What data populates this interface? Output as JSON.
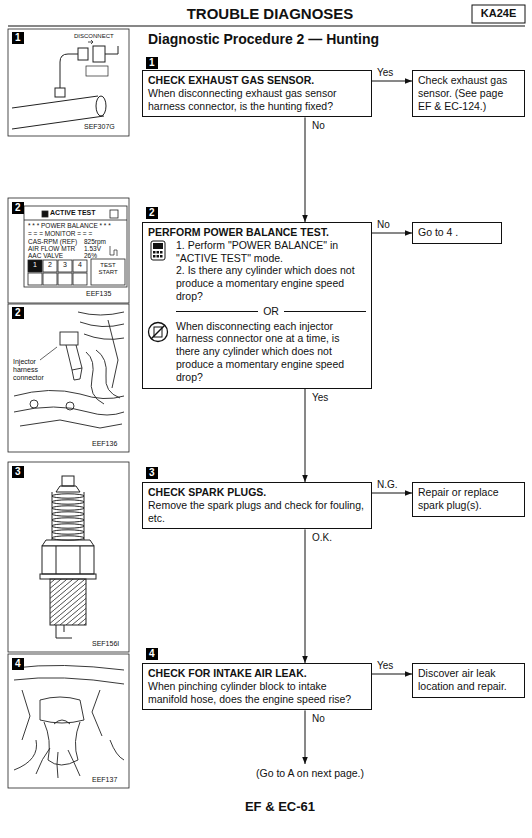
{
  "diagram": {
    "title": "Diagnostic Procedure 2 — Hunting",
    "nodes": [
      {
        "text": [
          "CHECK EXHAUST GAS SENSOR.",
          "When disconnecting exhaust gas sensor harness connector, is the hunting fixed?"
        ]
      },
      {
        "text": [
          "Check exhaust gas sensor. (See page EF & EC-124.)"
        ]
      },
      {
        "text": [
          "PERFORM POWER BALANCE TEST.",
          "1. Perform \"POWER BALANCE\" in \"ACTIVE TEST\" mode.",
          "2. Is there any cylinder which does not produce a momentary engine speed drop?",
          "OR",
          "When disconnecting each injector harness connector one at a time, is there any cylinder which does not produce a momentary engine speed drop?"
        ]
      },
      {
        "text": [
          "Go to 4 ."
        ]
      },
      {
        "text": [
          "CHECK SPARK PLUGS.",
          "Remove the spark plugs and check for fouling, etc."
        ]
      },
      {
        "text": [
          "Repair or replace spark plug(s)."
        ]
      },
      {
        "text": [
          "CHECK FOR INTAKE AIR LEAK.",
          "When pinching cylinder block to intake manifold hose, does the engine speed rise?"
        ]
      },
      {
        "text": [
          "Discover air leak location and repair."
        ]
      },
      {
        "text": [
          "(Go to A on next page.)"
        ]
      }
    ],
    "edges": [
      {
        "from": 0,
        "to": 1,
        "label": "Yes",
        "arrow": "to"
      },
      {
        "from": 0,
        "to": 2,
        "label": "No",
        "arrow": "to"
      },
      {
        "from": 2,
        "to": 3,
        "label": "No",
        "arrow": "to"
      },
      {
        "from": 2,
        "to": 4,
        "label": "Yes",
        "arrow": "to"
      },
      {
        "from": 4,
        "to": 5,
        "label": "N.G.",
        "arrow": "to"
      },
      {
        "from": 4,
        "to": 6,
        "label": "O.K.",
        "arrow": "to"
      },
      {
        "from": 6,
        "to": 7,
        "label": "Yes",
        "arrow": "to"
      },
      {
        "from": 6,
        "to": 8,
        "label": "No",
        "arrow": "to"
      }
    ],
    "labels": [
      "TROUBLE DIAGNOSES",
      "KA24E",
      "1",
      "DISCONNECT",
      "SEF307G",
      "2",
      "ACTIVE TEST",
      "* * * POWER BALANCE * * *",
      "= = = MONITOR = = =",
      "CAS-RPM (REF)",
      "825rpm",
      "AIR FLOW MTR",
      "1.53V",
      "AAC VALVE",
      "26%",
      "1",
      "2",
      "3",
      "4",
      "TEST START",
      "EEF135",
      "2",
      "Injector harness connector",
      "EEF136",
      "3",
      "SEF156I",
      "4",
      "EEF137",
      "1",
      "2",
      "3",
      "4",
      "EF & EC-61"
    ]
  }
}
